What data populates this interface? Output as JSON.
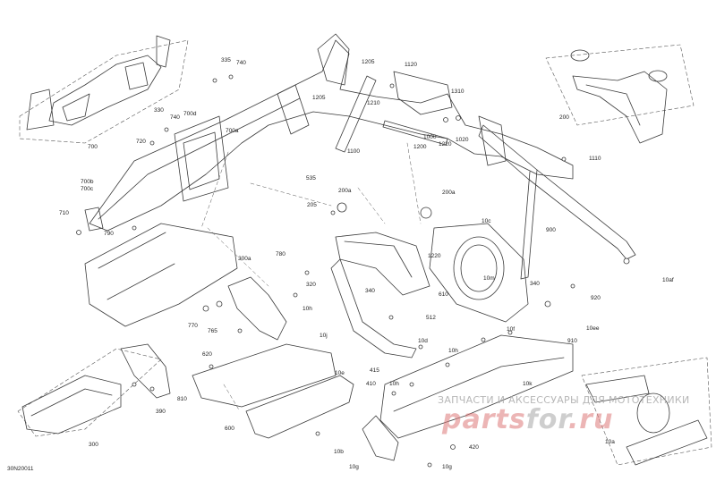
{
  "diagram": {
    "code": "30N20011",
    "watermark": {
      "text_ru": "ЗАПЧАСТИ И АКСЕССУАРЫ ДЛЯ МОТОТЕХНИКИ",
      "logo_a": "parts",
      "logo_b": "for",
      "logo_c": ".ru"
    },
    "labels": [
      "335",
      "740",
      "1205",
      "1120",
      "330",
      "740",
      "700d",
      "1310",
      "1205",
      "720",
      "700a",
      "1210",
      "1000",
      "1220",
      "1020",
      "700",
      "1100",
      "1200",
      "1110",
      "200",
      "700b",
      "700c",
      "535",
      "200a",
      "200a",
      "710",
      "205",
      "10c",
      "790",
      "900",
      "780",
      "1220",
      "300a",
      "320",
      "340",
      "340",
      "10m",
      "610",
      "920",
      "10af",
      "770",
      "765",
      "10h",
      "512",
      "10ee",
      "10j",
      "10d",
      "10f",
      "910",
      "620",
      "10h",
      "415",
      "10e",
      "410",
      "10h",
      "10k",
      "810",
      "390",
      "600",
      "300",
      "420",
      "10a",
      "10b",
      "10g",
      "10g"
    ],
    "colors": {
      "line": "#3a3a3a",
      "fill": "#ffffff",
      "shade": "#bdbdbd",
      "dash": "#555555"
    }
  }
}
